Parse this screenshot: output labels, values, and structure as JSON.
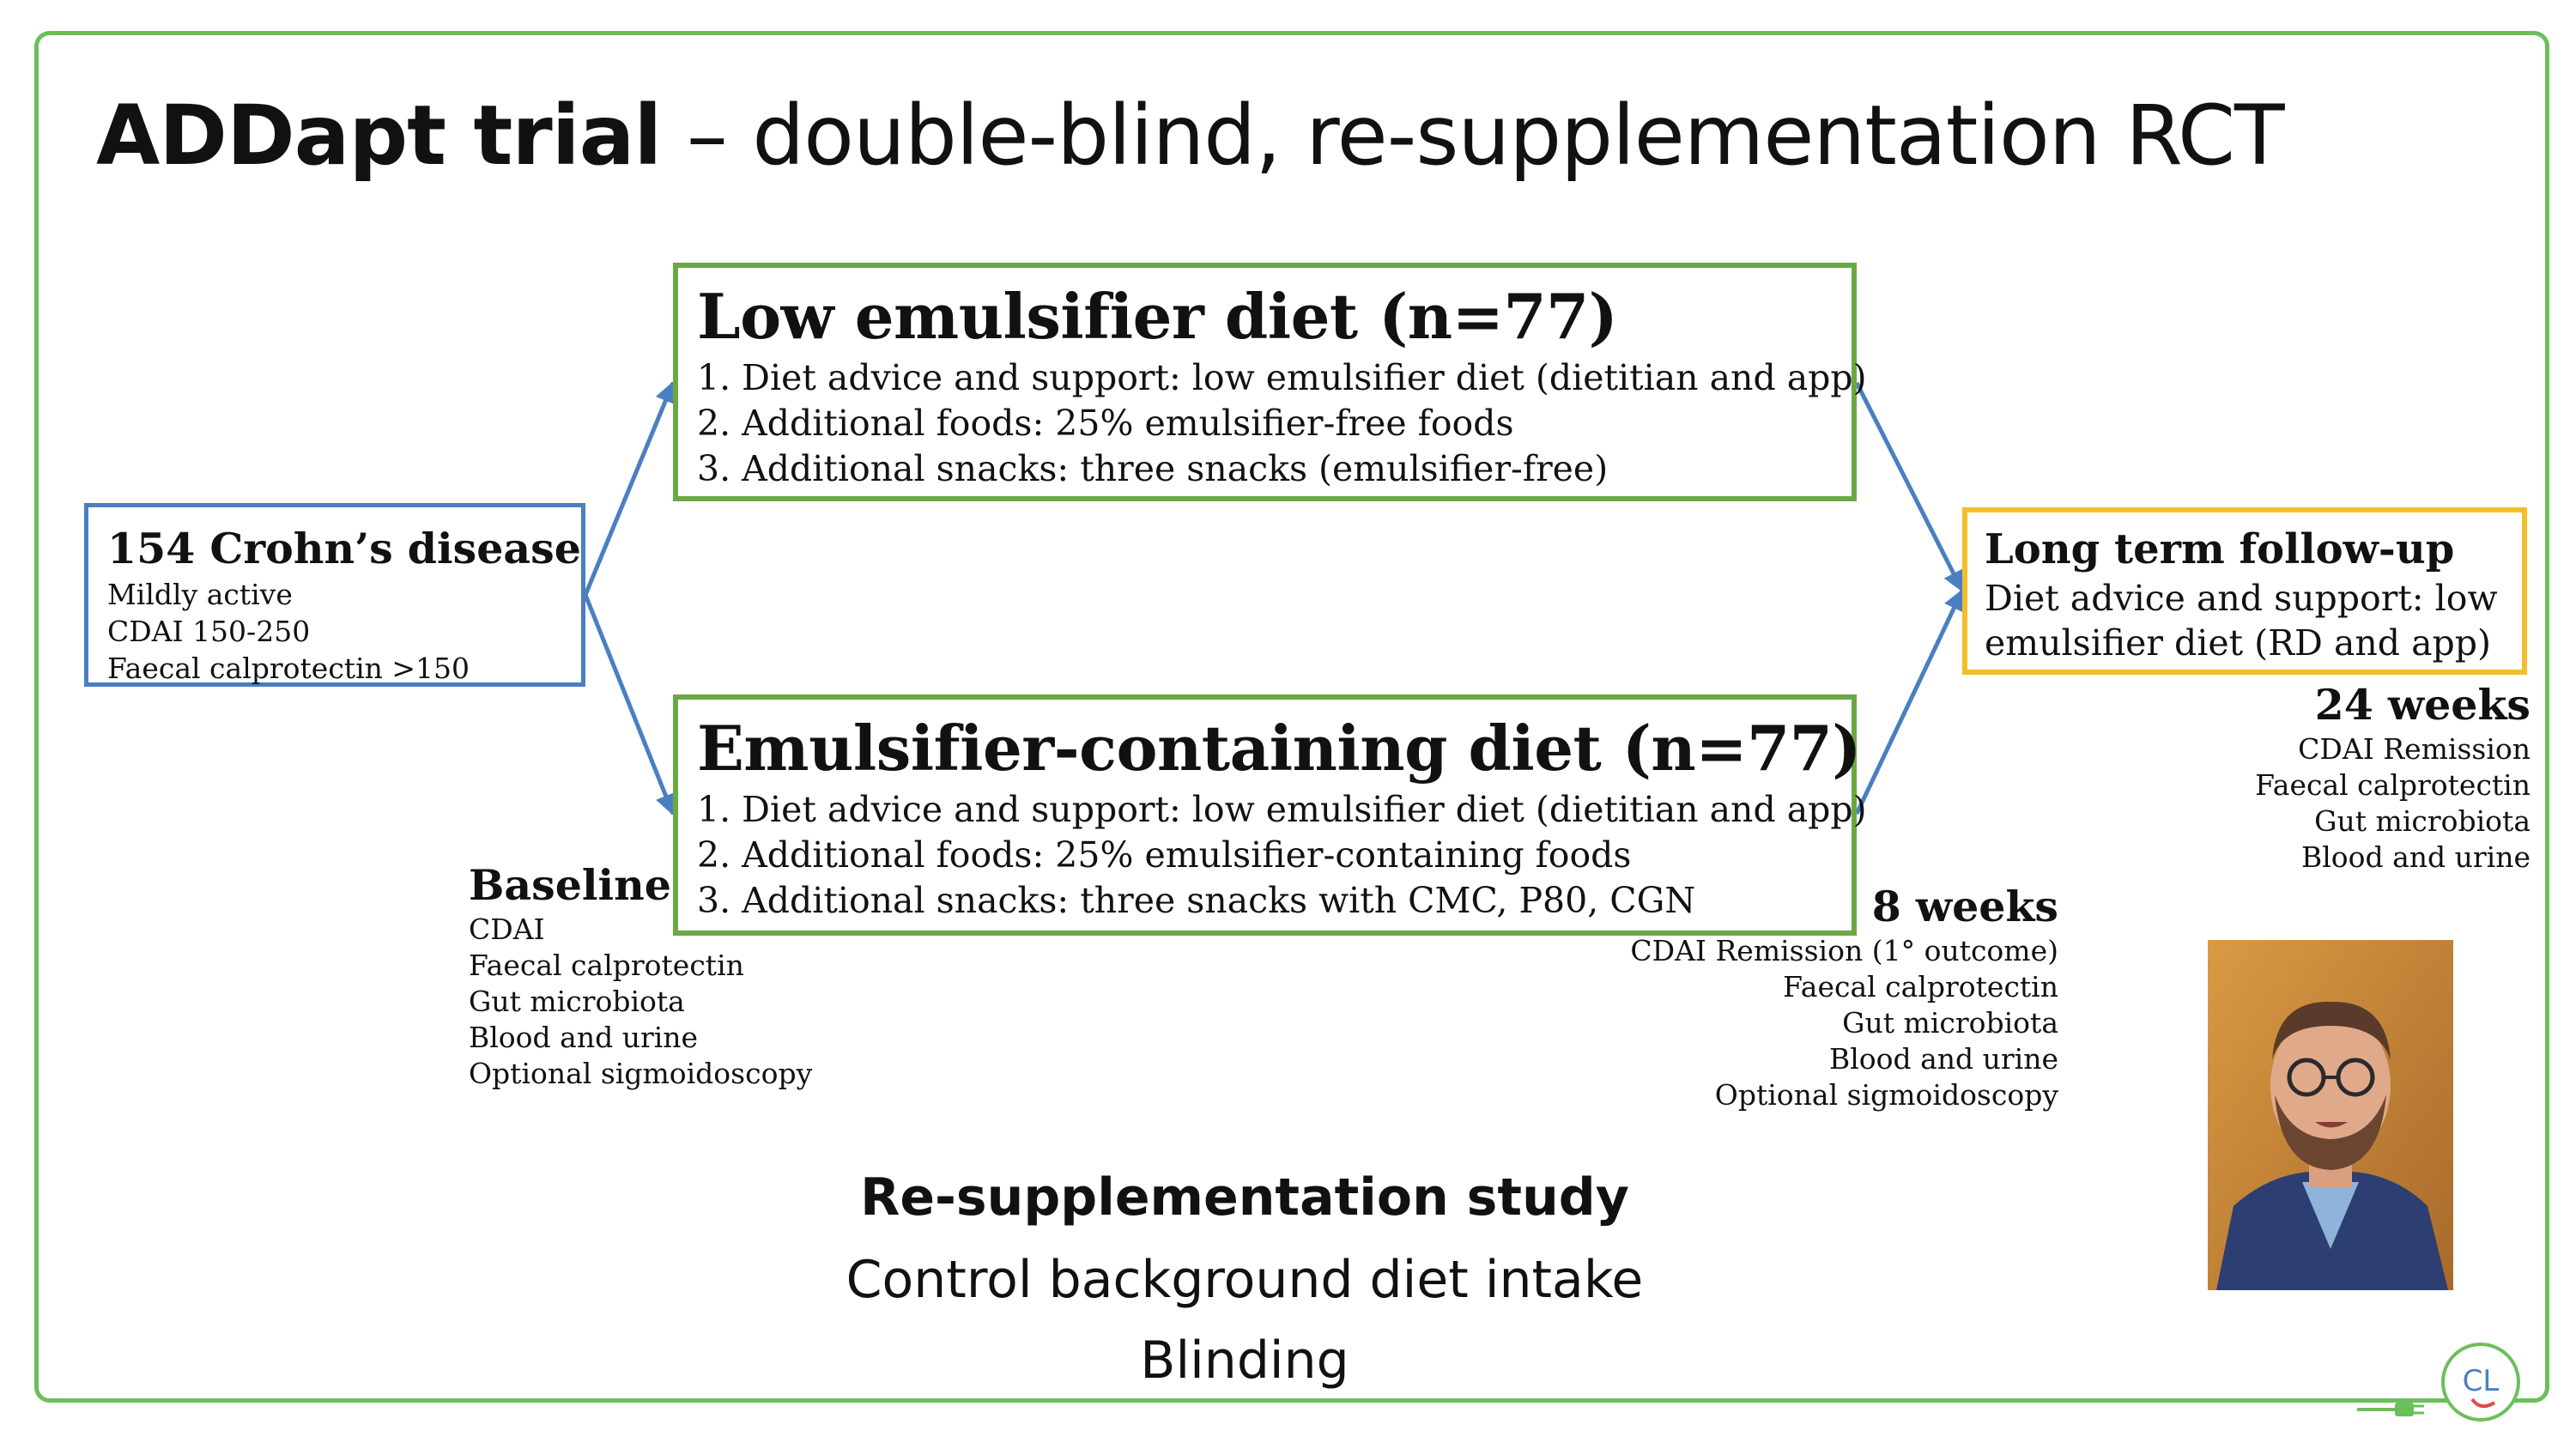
{
  "title": {
    "bold": "ADDapt trial",
    "rest": " – double-blind, re-supplementation RCT"
  },
  "population": {
    "heading": "154 Crohn’s disease",
    "items": [
      "Mildly active",
      "CDAI 150-250",
      "Faecal calprotectin >150"
    ]
  },
  "arm_low": {
    "heading": "Low emulsifier diet (n=77)",
    "items": [
      "1. Diet advice and support: low emulsifier diet (dietitian and app)",
      "2. Additional foods: 25% emulsifier-free foods",
      "3. Additional snacks: three snacks (emulsifier-free)"
    ]
  },
  "arm_emulsifier": {
    "heading": "Emulsifier-containing diet (n=77)",
    "items": [
      "1. Diet advice and support: low emulsifier diet (dietitian and app)",
      "2. Additional foods: 25% emulsifier-containing foods",
      "3. Additional snacks: three snacks with CMC, P80, CGN"
    ]
  },
  "followup": {
    "heading": "Long term follow-up",
    "items": [
      "Diet advice and support: low",
      "emulsifier diet (RD and app)"
    ]
  },
  "baseline": {
    "heading": "Baseline",
    "items": [
      "CDAI",
      "Faecal calprotectin",
      "Gut microbiota",
      "Blood and urine",
      "Optional sigmoidoscopy"
    ]
  },
  "week8": {
    "heading": "8 weeks",
    "items": [
      "CDAI Remission (1° outcome)",
      "Faecal calprotectin",
      "Gut microbiota",
      "Blood and urine",
      "Optional sigmoidoscopy"
    ]
  },
  "week24": {
    "heading": "24 weeks",
    "items": [
      "CDAI Remission",
      "Faecal calprotectin",
      "Gut microbiota",
      "Blood and urine"
    ]
  },
  "study": {
    "title": "Re-supplementation study",
    "lines": [
      "Control background diet intake",
      "Blinding"
    ]
  },
  "logo_text": "CL",
  "colors": {
    "frame": "#6bbf5a",
    "blue_box": "#4a7fc1",
    "green_box": "#6ba843",
    "yellow_box": "#f3be2c",
    "arrow": "#4a7fc1"
  }
}
